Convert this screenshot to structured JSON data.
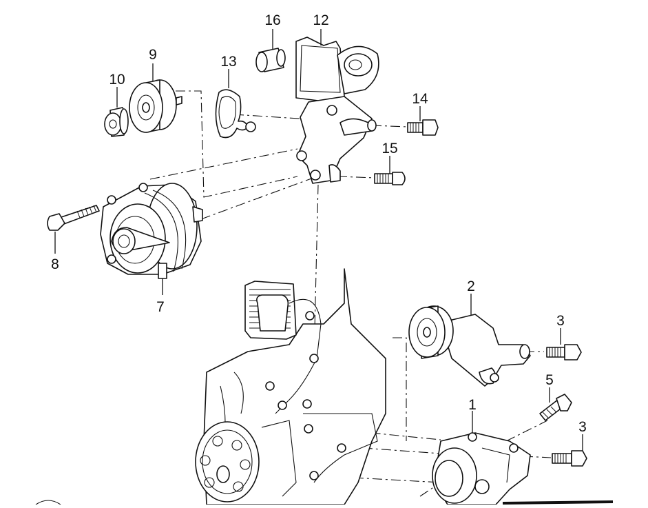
{
  "callouts": [
    "1",
    "2",
    "3",
    "3",
    "5",
    "7",
    "8",
    "9",
    "10",
    "12",
    "13",
    "14",
    "15",
    "16"
  ]
}
